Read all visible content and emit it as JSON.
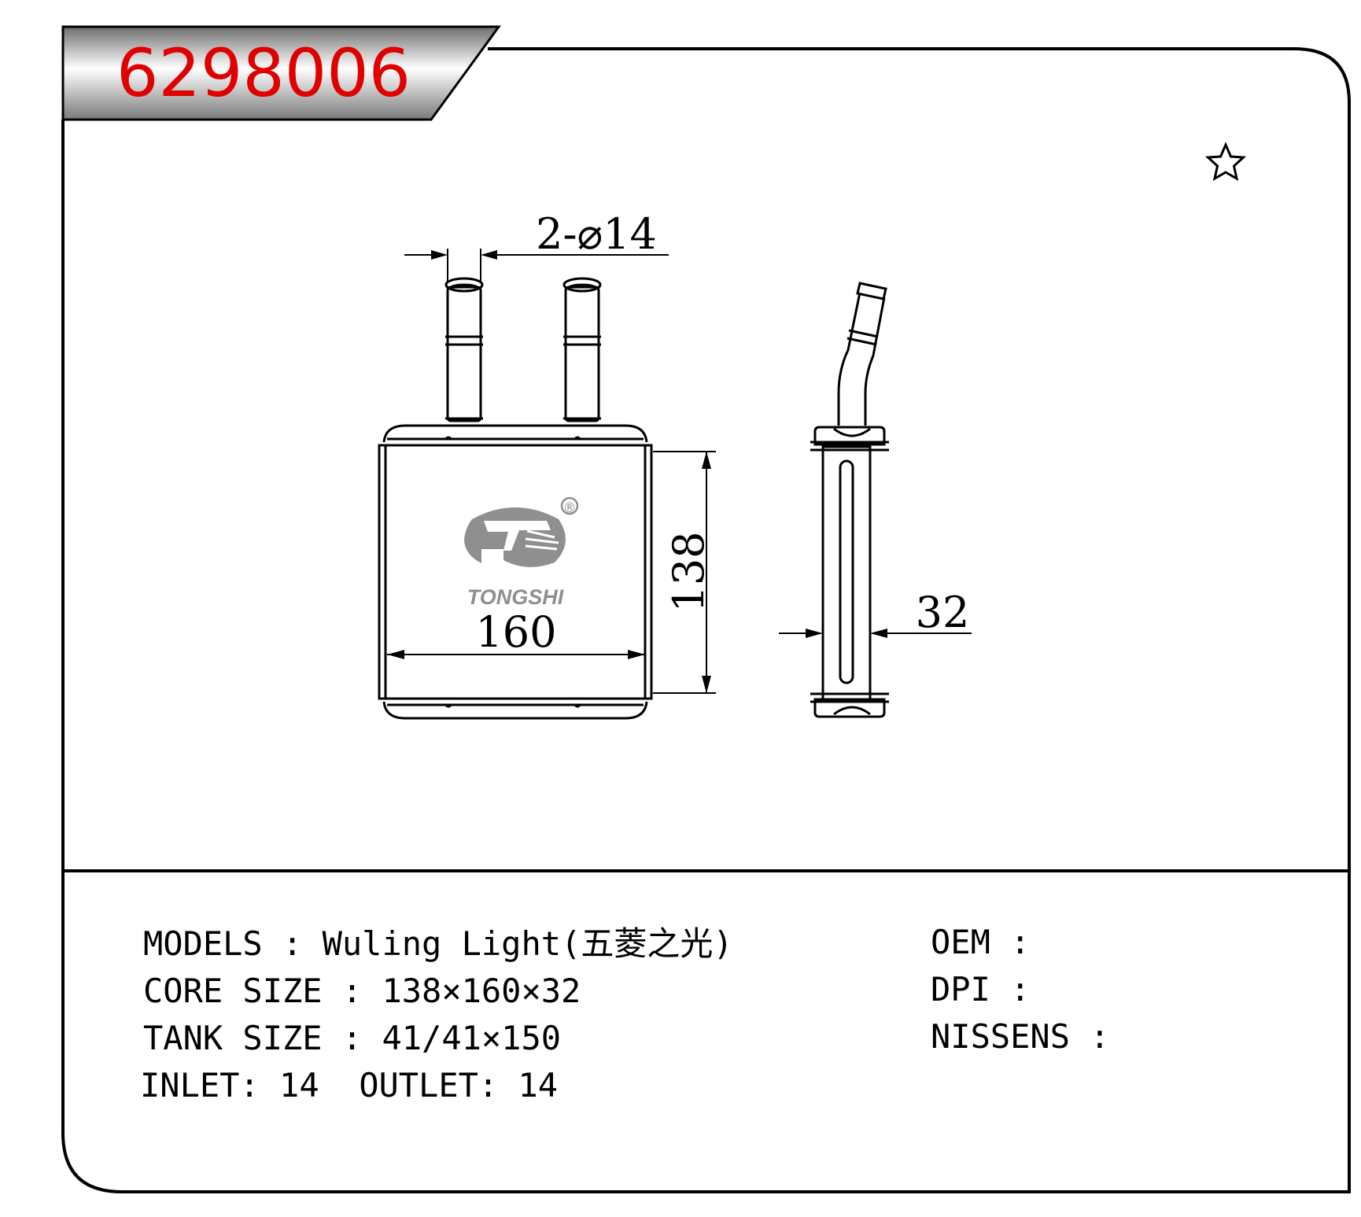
{
  "part_number": "6298006",
  "drawing": {
    "inlet_spec": "2-⌀14",
    "height_dim": "138",
    "width_dim": "160",
    "depth_dim": "32",
    "brand": "TONGSHI",
    "brand_mark": "®",
    "star_icon": "star-outline-icon"
  },
  "specs": {
    "models_label": "MODELS ",
    "models_value": "Wuling Light(五菱之光)",
    "core_label": "CORE SIZE ",
    "core_value": "138×160×32",
    "tank_label": "TANK SIZE ",
    "tank_value": "41/41×150",
    "inlet_label": "INLET",
    "inlet_value": "14",
    "outlet_label": "OUTLET",
    "outlet_value": "14",
    "separator": ":"
  },
  "references": {
    "oem_label": "OEM ",
    "dpi_label": "DPI ",
    "nissens_label": "NISSENS ",
    "separator": ":"
  },
  "colors": {
    "part_number": "#e00000",
    "logo": "#8f8f8f",
    "line": "#000000"
  }
}
